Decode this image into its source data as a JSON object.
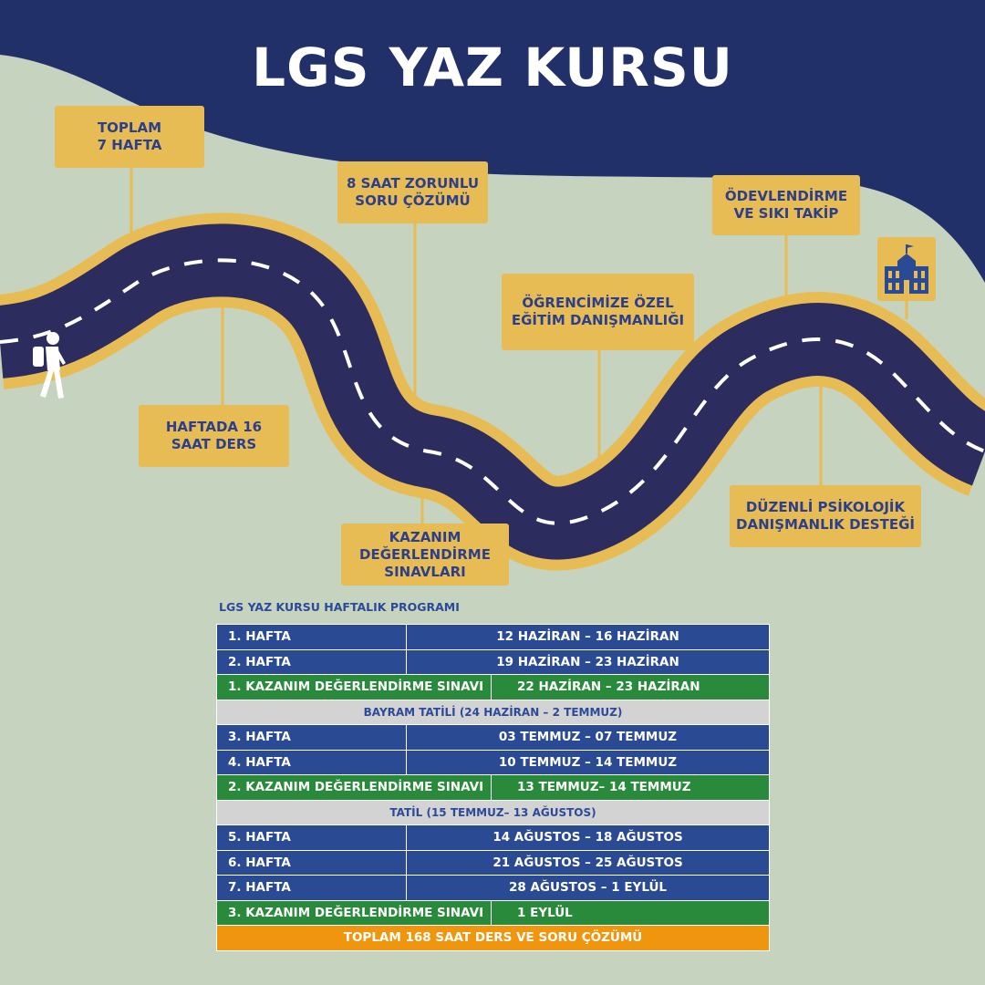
{
  "title": "LGS YAZ KURSU",
  "milestones": [
    {
      "text": "TOPLAM\n7 HAFTA"
    },
    {
      "text": "HAFTADA 16\nSAAT DERS"
    },
    {
      "text": "8 SAAT ZORUNLU\nSORU ÇÖZÜMÜ"
    },
    {
      "text": "KAZANIM\nDEĞERLENDİRME\nSINAVLARI"
    },
    {
      "text": "ÖĞRENCİMİZE ÖZEL\nEĞİTİM DANIŞMANLIĞI"
    },
    {
      "text": "ÖDEVLENDİRME\nVE SIKI TAKİP"
    },
    {
      "text": "DÜZENLİ PSİKOLOJİK\nDANIŞMANLIK DESTEĞİ"
    }
  ],
  "icons": {
    "walker": "hiker-icon",
    "school": "school-building-icon"
  },
  "colors": {
    "navy": "#22306a",
    "background": "#c6d4bf",
    "gold": "#e8bc55",
    "road": "#2d2c5e",
    "week_row": "#2b4a94",
    "exam_row": "#2a8a3b",
    "break_row": "#d3d3d3",
    "total_row": "#f0960e"
  },
  "schedule": {
    "title": "LGS YAZ KURSU HAFTALIK PROGRAMI",
    "rows": [
      {
        "label": "1.  HAFTA",
        "dates": "12 HAZİRAN – 16 HAZİRAN"
      },
      {
        "label": "2. HAFTA",
        "dates": "19 HAZİRAN – 23 HAZİRAN"
      },
      {
        "label": "1.  KAZANIM DEĞERLENDİRME SINAVI",
        "dates": "22 HAZİRAN – 23 HAZİRAN"
      },
      {
        "label": "BAYRAM TATİLİ (24 HAZİRAN – 2 TEMMUZ)"
      },
      {
        "label": "3. HAFTA",
        "dates": "03 TEMMUZ – 07 TEMMUZ"
      },
      {
        "label": "4. HAFTA",
        "dates": "10 TEMMUZ – 14 TEMMUZ"
      },
      {
        "label": "2. KAZANIM DEĞERLENDİRME SINAVI",
        "dates": "13 TEMMUZ– 14 TEMMUZ"
      },
      {
        "label": "TATİL (15 TEMMUZ– 13 AĞUSTOS)"
      },
      {
        "label": "5. HAFTA",
        "dates": "14 AĞUSTOS – 18 AĞUSTOS"
      },
      {
        "label": "6. HAFTA",
        "dates": "21 AĞUSTOS – 25 AĞUSTOS"
      },
      {
        "label": "7.  HAFTA",
        "dates": "28 AĞUSTOS – 1 EYLÜL"
      },
      {
        "label": "3. KAZANIM DEĞERLENDİRME SINAVI",
        "dates": "1 EYLÜL"
      }
    ],
    "total": "TOPLAM 168 SAAT DERS VE SORU ÇÖZÜMÜ"
  }
}
